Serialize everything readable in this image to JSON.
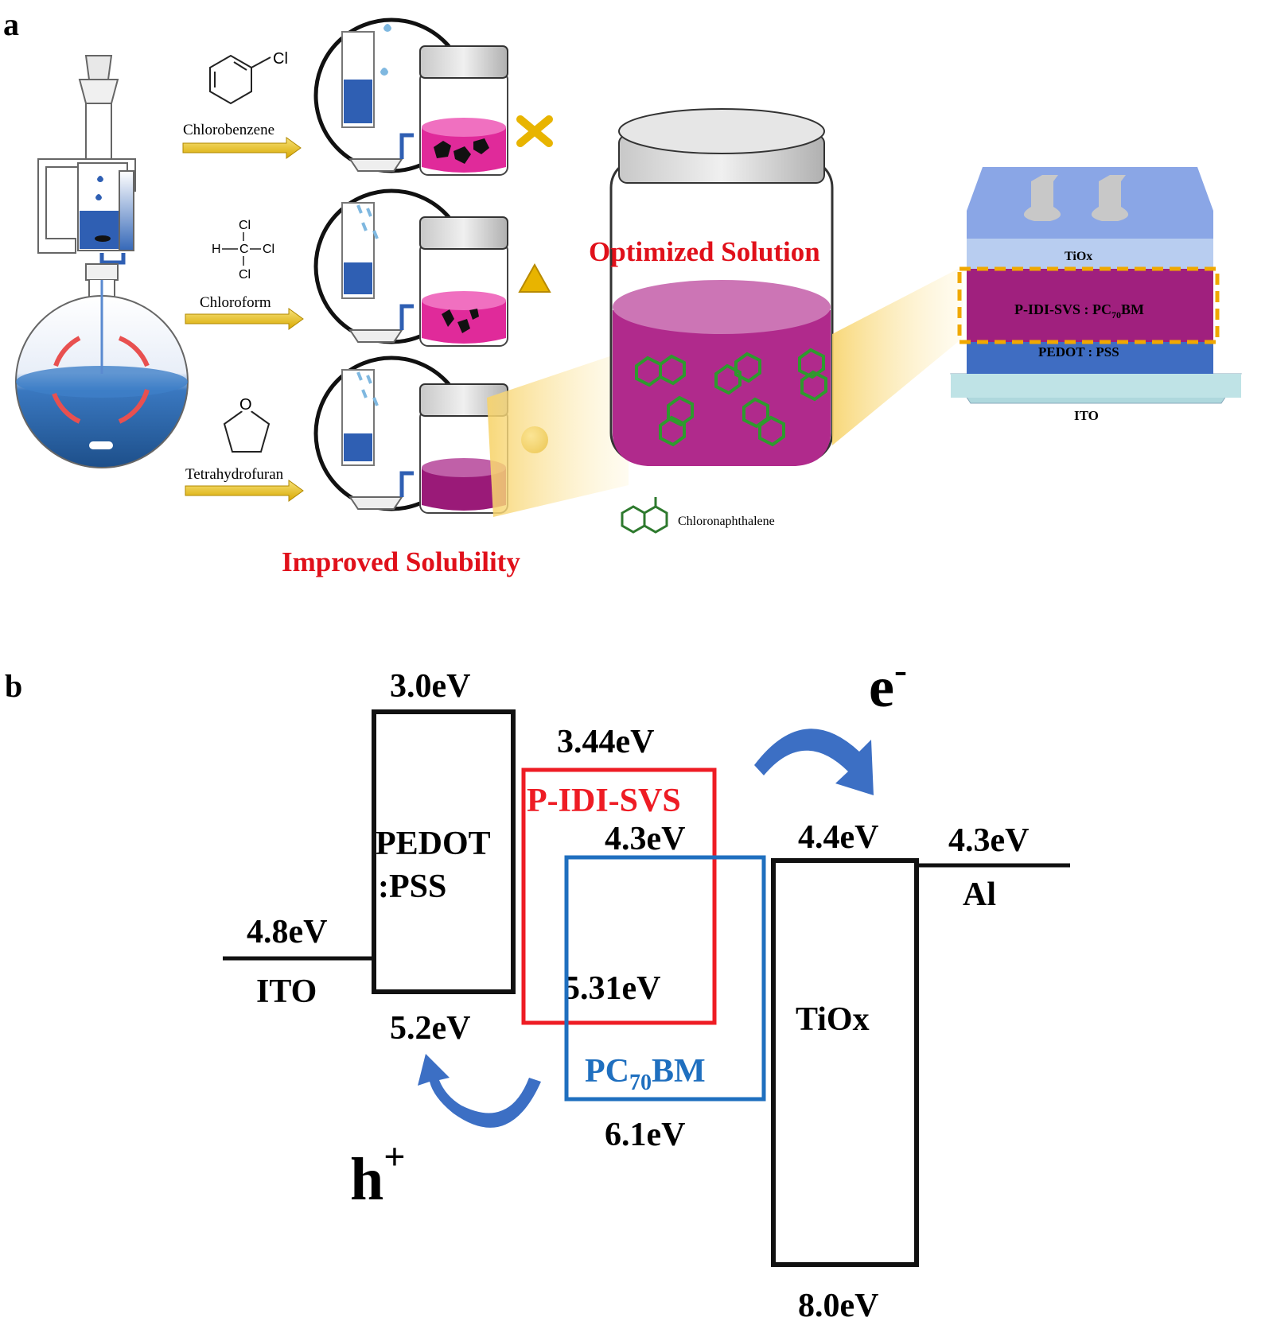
{
  "panel_a": {
    "label": "a",
    "solvents": [
      {
        "name": "Chlorobenzene",
        "formula_label": "Cl",
        "result_symbol": "cross-icon",
        "result_color": "#e8b400"
      },
      {
        "name": "Chloroform",
        "formula": [
          "Cl",
          "H",
          "C",
          "Cl",
          "Cl"
        ],
        "result_symbol": "triangle-icon",
        "result_color": "#e8b400"
      },
      {
        "name": "Tetrahydrofuran",
        "formula_label": "O",
        "result_symbol": "circle-icon",
        "result_color": "#e8b400"
      }
    ],
    "improved_solubility": "Improved Solubility",
    "optimized_solution": "Optimized Solution",
    "additive_label": "Chloronaphthalene",
    "device_layers": {
      "tiox": "TiOx",
      "active": "P-IDI-SVS : PC",
      "active_sub": "70",
      "active_suffix": "BM",
      "pedot": "PEDOT : PSS",
      "ito": "ITO"
    },
    "colors": {
      "title_red": "#e0101a",
      "solution_magenta": "#b02a8c",
      "arrow_gold": "#e8c020",
      "blue": "#2f5fb3"
    }
  },
  "panel_b": {
    "label": "b",
    "ito": {
      "name": "ITO",
      "level": "4.8eV"
    },
    "pedot": {
      "name_line1": "PEDOT",
      "name_line2": ":PSS",
      "top": "3.0eV",
      "bottom": "5.2eV"
    },
    "donor": {
      "name": "P-IDI-SVS",
      "top": "3.44eV",
      "bottom": "5.31eV",
      "color": "#ee1c24"
    },
    "acceptor": {
      "name": "PC",
      "name_sub": "70",
      "name_suffix": "BM",
      "top": "4.3eV",
      "bottom": "6.1eV",
      "color": "#1f6fbf"
    },
    "tiox": {
      "name": "TiOx",
      "top": "4.4eV",
      "bottom": "8.0eV"
    },
    "al": {
      "name": "Al",
      "level": "4.3eV"
    },
    "electron": {
      "symbol": "e",
      "sup": "-"
    },
    "hole": {
      "symbol": "h",
      "sup": "+"
    },
    "arrow_color": "#3c6fc4"
  }
}
